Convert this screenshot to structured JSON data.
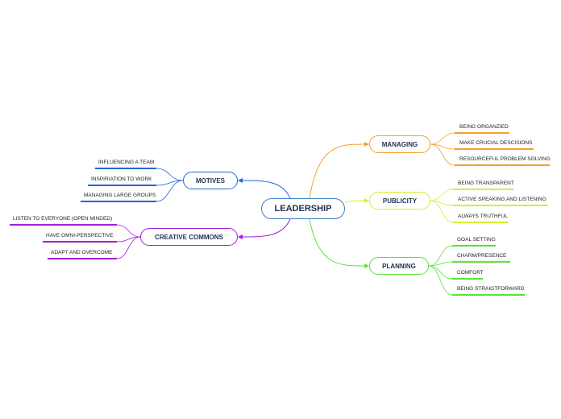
{
  "root": {
    "label": "LEADERSHIP",
    "color": "#3b7fc4"
  },
  "branches": [
    {
      "key": "managing",
      "label": "MANAGING",
      "color": "#f5a02a",
      "leaves": [
        "BEING ORGANZIED",
        "MAKE CRUCIAL DESCISIONS",
        "RESOURCEFUL PROBLEM SOLVING"
      ]
    },
    {
      "key": "publicity",
      "label": "PUBLICITY",
      "color": "#d9ec2e",
      "leaves": [
        "BEING TRANSPARENT",
        "ACTIVE SPEAKING AND LISTENING",
        "ALWAYS TRUTHFUL"
      ]
    },
    {
      "key": "planning",
      "label": "PLANNING",
      "color": "#5ce23a",
      "leaves": [
        "GOAL SETTING",
        "CHARM/PRESENCE",
        "COMFORT",
        "BEING STRAIGTFORWARD"
      ]
    },
    {
      "key": "motives",
      "label": "MOTIVES",
      "color": "#2566d8",
      "leaves": [
        "INFLUENCING A TEAM",
        "INSPIRIATION TO WORK",
        "MANAGING LARGE GROUPS"
      ]
    },
    {
      "key": "creative",
      "label": "CREATIVE COMMONS",
      "color": "#a21fd6",
      "leaves": [
        "LISTEN TO EVERYONE (OPEN MINDED)",
        "HAVE OMNI-PERSPECTIVE",
        "ADAPT AND OVERCOME"
      ]
    }
  ]
}
